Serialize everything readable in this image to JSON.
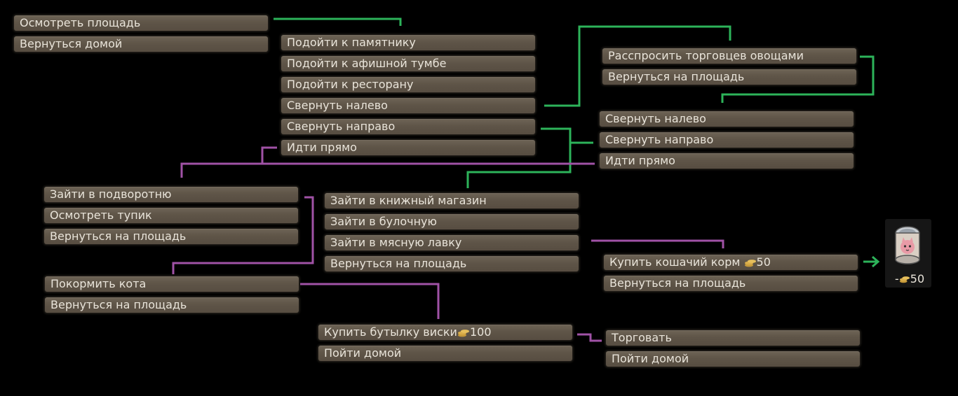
{
  "colors": {
    "background": "#000000",
    "button": "#5f5548",
    "text": "#e9e4da",
    "green_wire": "#2db35a",
    "purple_wire": "#a052a6"
  },
  "groups": {
    "start": [
      "Осмотреть площадь",
      "Вернуться домой"
    ],
    "square": [
      "Подойти к памятнику",
      "Подойти к афишной тумбе",
      "Подойти к ресторану",
      "Свернуть налево",
      "Свернуть направо",
      "Идти прямо"
    ],
    "vendors": [
      "Расспросить торговцев овощами",
      "Вернуться на площадь"
    ],
    "crossroads": [
      "Свернуть налево",
      "Свернуть направо",
      "Идти прямо"
    ],
    "alley": [
      "Зайти в подворотню",
      "Осмотреть тупик",
      "Вернуться на площадь"
    ],
    "shops": [
      "Зайти в книжный магазин",
      "Зайти в булочную",
      "Зайти в мясную лавку",
      "Вернуться на площадь"
    ],
    "cat": [
      "Покормить кота",
      "Вернуться на площадь"
    ],
    "butcher": {
      "buy_label": "Купить кошачий корм",
      "buy_price": "50",
      "back": "Вернуться на площадь"
    },
    "whisky": {
      "buy_label": "Купить бутылку виски",
      "buy_price": "100",
      "home": "Пойти домой"
    },
    "trade": [
      "Торговать",
      "Пойти домой"
    ]
  },
  "reward_item": {
    "icon": "cat-food-can-icon",
    "price_prefix": "-",
    "price": "50"
  }
}
